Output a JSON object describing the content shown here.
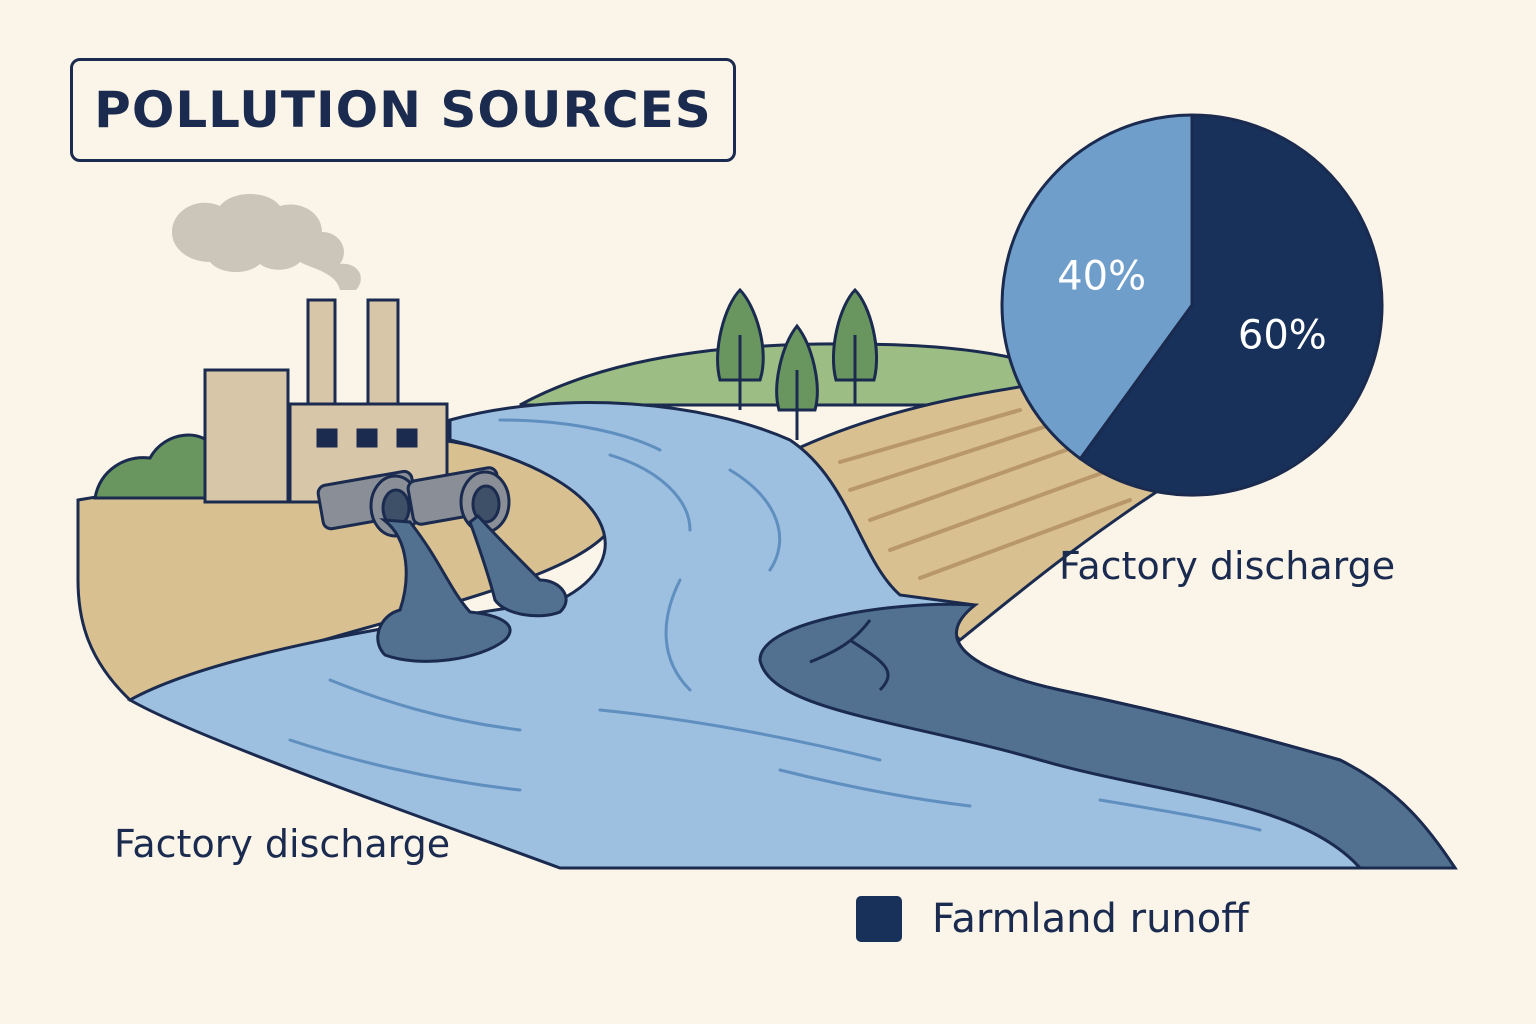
{
  "title": "POLLUTION SOURCES",
  "labels": {
    "left": "Factory discharge",
    "right": "Factory discharge"
  },
  "legend": {
    "label": "Farmland runoff",
    "swatch_color": "#17315a"
  },
  "chart_data": {
    "type": "pie",
    "slices": [
      {
        "value": 60,
        "label": "60%",
        "color": "#17315a"
      },
      {
        "value": 40,
        "label": "40%",
        "color": "#6f9ecb"
      }
    ]
  },
  "icons": [
    "factory-icon",
    "smoke-icon",
    "pipe-icon",
    "tree-icon",
    "river-icon"
  ],
  "colors": {
    "background": "#fbf5e9",
    "ink": "#1a2b4f",
    "water": "#9dbfe0",
    "polluted_water": "#52708f",
    "grass": "#9cbd84",
    "field": "#d9c091",
    "tree": "#69955e"
  }
}
